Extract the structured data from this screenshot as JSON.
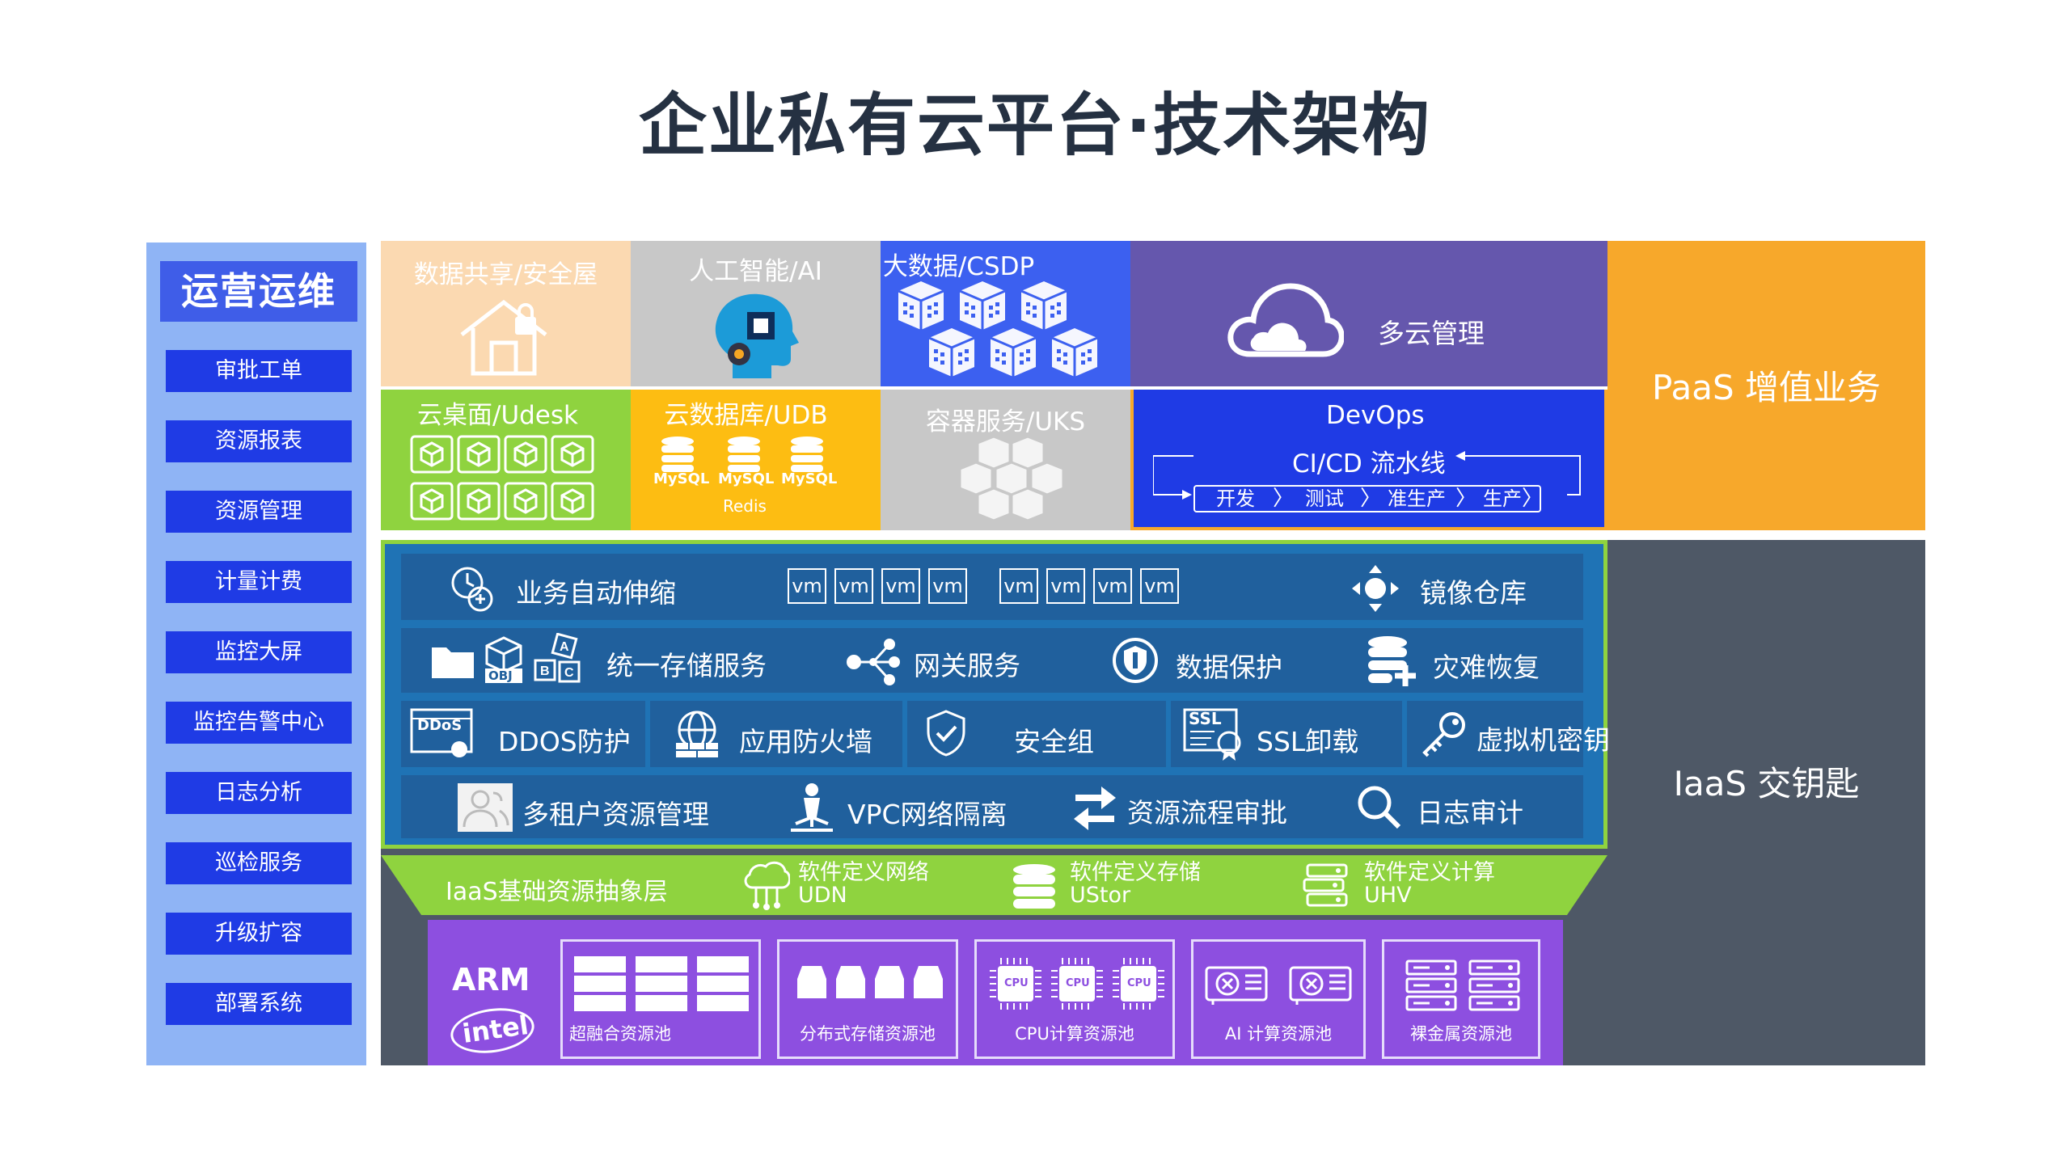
{
  "title": "企业私有云平台·技术架构",
  "ops": {
    "header": "运营运维",
    "items": [
      "审批工单",
      "资源报表",
      "资源管理",
      "计量计费",
      "监控大屏",
      "监控告警中心",
      "日志分析",
      "巡检服务",
      "升级扩容",
      "部署系统"
    ]
  },
  "paas": {
    "side_label": "PaaS 增值业务",
    "data_share": "数据共享/安全屋",
    "ai": "人工智能/AI",
    "bigdata": "大数据/CSDP",
    "multicloud": "多云管理",
    "udesk": "云桌面/Udesk",
    "udb": "云数据库/UDB",
    "mysql": "MySQL",
    "redis": "Redis",
    "uks": "容器服务/UKS",
    "devops": "DevOps",
    "cicd": "CI/CD 流水线",
    "stages": [
      "开发",
      "测试",
      "准生产",
      "生产"
    ]
  },
  "iaas": {
    "side_label": "IaaS 交钥匙",
    "auto_scale": "业务自动伸缩",
    "vm": "vm",
    "image_repo": "镜像仓库",
    "obj": "OBJ",
    "storage": "统一存储服务",
    "gateway": "网关服务",
    "data_protect": "数据保护",
    "disaster": "灾难恢复",
    "ddos_icon": "DDoS",
    "ddos": "DDOS防护",
    "waf": "应用防火墙",
    "secgroup": "安全组",
    "ssl_icon": "SSL",
    "ssl": "SSL卸载",
    "vmkey": "虚拟机密钥",
    "multitenant": "多租户资源管理",
    "vpc": "VPC网络隔离",
    "flow": "资源流程审批",
    "audit": "日志审计"
  },
  "abstraction": {
    "label": "IaaS基础资源抽象层",
    "udn_title": "软件定义网络",
    "udn": "UDN",
    "ustor_title": "软件定义存储",
    "ustor": "UStor",
    "uhv_title": "软件定义计算",
    "uhv": "UHV"
  },
  "hardware": {
    "arm": "ARM",
    "intel": "intel",
    "cpu": "CPU",
    "pools": [
      "超融合资源池",
      "分布式存储资源池",
      "CPU计算资源池",
      "AI 计算资源池",
      "裸金属资源池"
    ]
  }
}
